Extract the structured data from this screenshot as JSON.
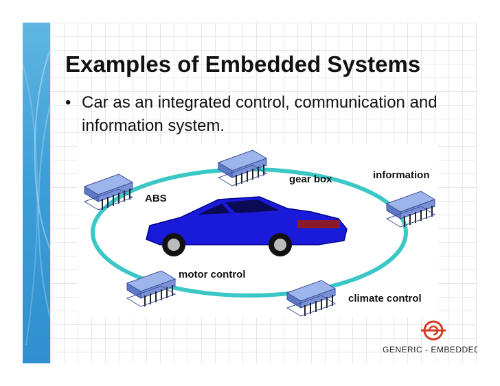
{
  "slide": {
    "title": "Examples of Embedded Systems",
    "bullet": "Car as an integrated control, communication and information system.",
    "bullet_marker": "•"
  },
  "figure": {
    "labels": {
      "gear_box": "gear box",
      "information": "information",
      "abs": "ABS",
      "motor_control": "motor control",
      "climate_control": "climate control"
    },
    "colors": {
      "ring": "#3cc7c7",
      "car": "#1a1adb",
      "chip": "#8fa8e0"
    }
  },
  "logo": {
    "text": "GENERIC - EMBEDDED",
    "accent_color": "#d63a1f"
  }
}
